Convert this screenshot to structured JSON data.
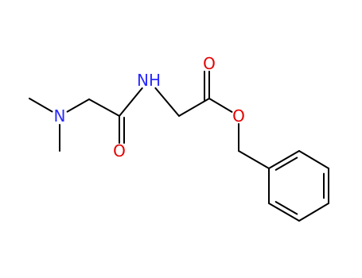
{
  "molecule": {
    "colors": {
      "carbon_bond": "#000000",
      "nitrogen": "#2a2aff",
      "oxygen": "#e60000",
      "background": "#ffffff"
    },
    "atoms": [
      {
        "id": "me1",
        "element": "C",
        "label": ""
      },
      {
        "id": "me2",
        "element": "C",
        "label": ""
      },
      {
        "id": "n1",
        "element": "N",
        "label": "N"
      },
      {
        "id": "c1",
        "element": "C",
        "label": ""
      },
      {
        "id": "c2",
        "element": "C",
        "label": ""
      },
      {
        "id": "o1",
        "element": "O",
        "label": "O"
      },
      {
        "id": "n2",
        "element": "N",
        "label": "NH"
      },
      {
        "id": "c3",
        "element": "C",
        "label": ""
      },
      {
        "id": "c4",
        "element": "C",
        "label": ""
      },
      {
        "id": "o2",
        "element": "O",
        "label": "O"
      },
      {
        "id": "o3",
        "element": "O",
        "label": "O"
      },
      {
        "id": "c5",
        "element": "C",
        "label": ""
      },
      {
        "id": "r1",
        "element": "C",
        "label": ""
      },
      {
        "id": "r2",
        "element": "C",
        "label": ""
      },
      {
        "id": "r3",
        "element": "C",
        "label": ""
      },
      {
        "id": "r4",
        "element": "C",
        "label": ""
      },
      {
        "id": "r5",
        "element": "C",
        "label": ""
      },
      {
        "id": "r6",
        "element": "C",
        "label": ""
      }
    ],
    "bonds": [
      {
        "from": "me1",
        "to": "n1",
        "order": 1
      },
      {
        "from": "me2",
        "to": "n1",
        "order": 1
      },
      {
        "from": "n1",
        "to": "c1",
        "order": 1
      },
      {
        "from": "c1",
        "to": "c2",
        "order": 1
      },
      {
        "from": "c2",
        "to": "o1",
        "order": 2
      },
      {
        "from": "c2",
        "to": "n2",
        "order": 1
      },
      {
        "from": "n2",
        "to": "c3",
        "order": 1
      },
      {
        "from": "c3",
        "to": "c4",
        "order": 1
      },
      {
        "from": "c4",
        "to": "o2",
        "order": 2
      },
      {
        "from": "c4",
        "to": "o3",
        "order": 1
      },
      {
        "from": "o3",
        "to": "c5",
        "order": 1
      },
      {
        "from": "c5",
        "to": "r1",
        "order": 1
      },
      {
        "from": "r1",
        "to": "r2",
        "order": 2
      },
      {
        "from": "r2",
        "to": "r3",
        "order": 1
      },
      {
        "from": "r3",
        "to": "r4",
        "order": 2
      },
      {
        "from": "r4",
        "to": "r5",
        "order": 1
      },
      {
        "from": "r5",
        "to": "r6",
        "order": 2
      },
      {
        "from": "r6",
        "to": "r1",
        "order": 1
      }
    ]
  }
}
